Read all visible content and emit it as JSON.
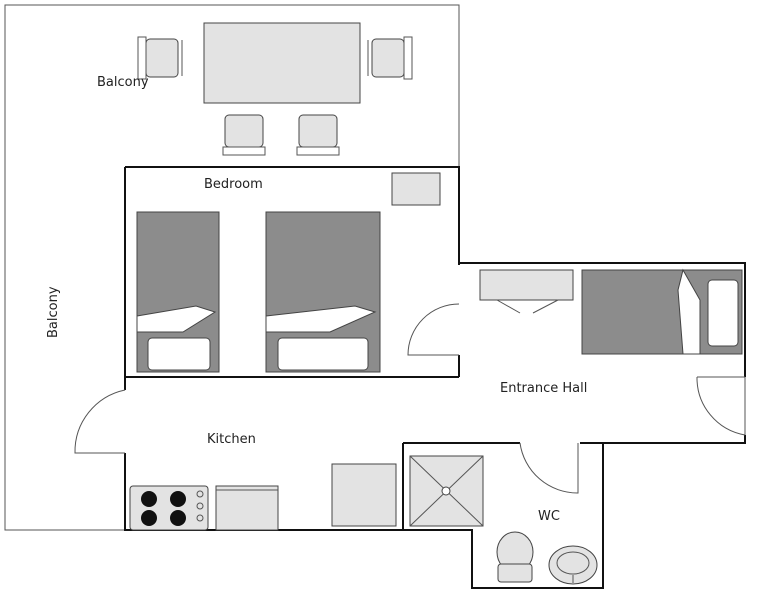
{
  "rooms": {
    "balcony_top": "Balcony",
    "balcony_left": "Balcony",
    "bedroom": "Bedroom",
    "entrance_hall": "Entrance Hall",
    "kitchen": "Kitchen",
    "wc": "WC"
  },
  "colors": {
    "wall": "#111111",
    "outline": "#555555",
    "furniture_fill": "#e3e3e3",
    "bed_fill": "#8c8c8c"
  },
  "icons": [
    "armchair-icon",
    "bed-icon",
    "door-swing-icon",
    "cooktop-icon",
    "shower-icon",
    "toilet-icon",
    "sink-icon"
  ]
}
